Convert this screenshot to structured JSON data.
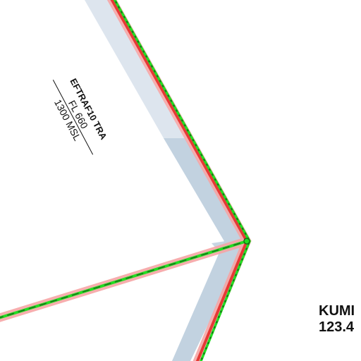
{
  "map": {
    "airspace": {
      "name": "EFTRAF10 TRA",
      "upper_limit": "FL 660",
      "lower_limit": "1300 MSL"
    },
    "frequency_label": {
      "name": "KUMI",
      "frequency": "123.4"
    },
    "colors": {
      "background": "#ffffff",
      "corridor_light": "#dde5ee",
      "corridor_dark": "#c2d2e0",
      "route_halo": "#f4a6a6",
      "route_red": "#e53935",
      "route_green": "#22dd22",
      "route_dark_dash": "#1a6e1a"
    }
  }
}
